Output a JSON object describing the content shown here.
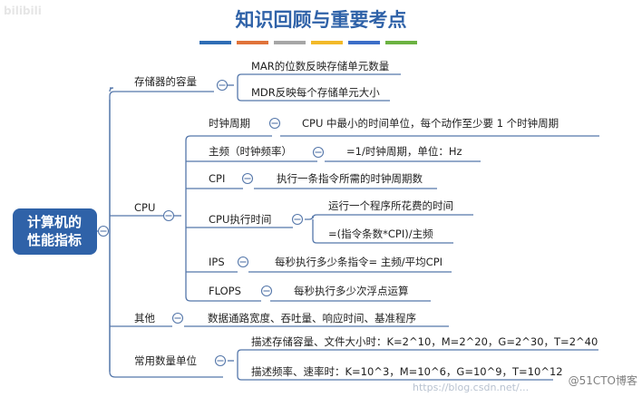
{
  "title": "知识回顾与重要考点",
  "title_bar_colors": [
    "#2f6db5",
    "#e0733a",
    "#a6a6a6",
    "#f2b929",
    "#3c6ec8",
    "#6cb242"
  ],
  "root": {
    "line1": "计算机的",
    "line2": "性能指标",
    "color": "#2f62a8"
  },
  "branches": {
    "storage": {
      "label": "存储器的容量",
      "children": [
        "MAR的位数反映存储单元数量",
        "MDR反映每个存储单元大小"
      ]
    },
    "cpu": {
      "label": "CPU",
      "clock": {
        "label": "时钟周期",
        "detail": "CPU 中最小的时间单位，每个动作至少要 1 个时钟周期"
      },
      "freq": {
        "label": "主频（时钟频率）",
        "detail": "=1/时钟周期，单位：Hz"
      },
      "cpi": {
        "label": "CPI",
        "detail": "执行一条指令所需的时钟周期数"
      },
      "exec": {
        "label": "CPU执行时间",
        "detail1": "运行一个程序所花费的时间",
        "detail2": "=(指令条数*CPI)/主频"
      },
      "ips": {
        "label": "IPS",
        "detail": "每秒执行多少条指令= 主频/平均CPI"
      },
      "flops": {
        "label": "FLOPS",
        "detail": "每秒执行多少次浮点运算"
      }
    },
    "other": {
      "label": "其他",
      "detail": "数据通路宽度、吞吐量、响应时间、基准程序"
    },
    "units": {
      "label": "常用数量单位",
      "storage": "描述存储容量、文件大小时：K=2^10，M=2^20，G=2^30，T=2^40",
      "freq": "描述频率、速率时：K=10^3，M=10^6，G=10^9，T=10^12"
    }
  },
  "watermarks": {
    "logo": "bilibili",
    "brand": "@51CTO博客",
    "url": "https://blog.csdn.net/..."
  },
  "icons": {
    "collapse": "minus-circle-icon"
  }
}
